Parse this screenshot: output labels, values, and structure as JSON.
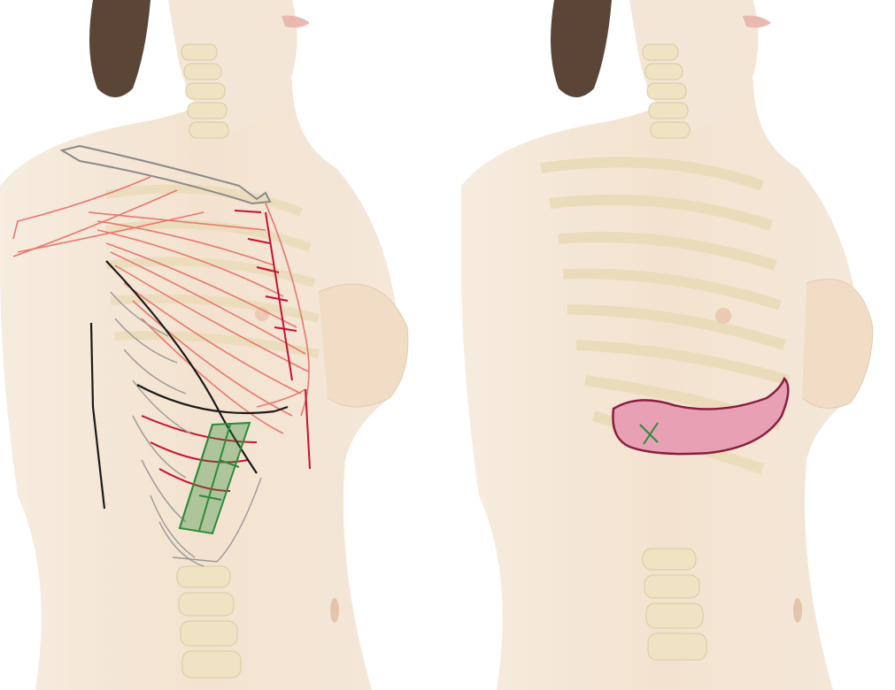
{
  "figure": {
    "panels": [
      {
        "id": "left",
        "content": "anatomical-illustration-with-overlaid-drawn-lines",
        "overlay_colors": {
          "muscle_lines": "#e8776e",
          "nerve_marks": "#c8102e",
          "outline": "#1a1a1a",
          "clavicle_outline": "#8a8a8a",
          "ribs_outline": "#9a9a9a",
          "green_flap": "#2e8b3a"
        }
      },
      {
        "id": "right",
        "content": "anatomical-illustration-with-crescent-marking",
        "overlay_colors": {
          "crescent_fill": "#e7a0b4",
          "crescent_stroke": "#8b1e3f",
          "x_mark": "#2e8b3a"
        }
      }
    ],
    "background": "#ffffff",
    "skin_tone": "#f3e2cf",
    "bone_tone": "#efe3c4",
    "hair_tone": "#5a4536"
  }
}
